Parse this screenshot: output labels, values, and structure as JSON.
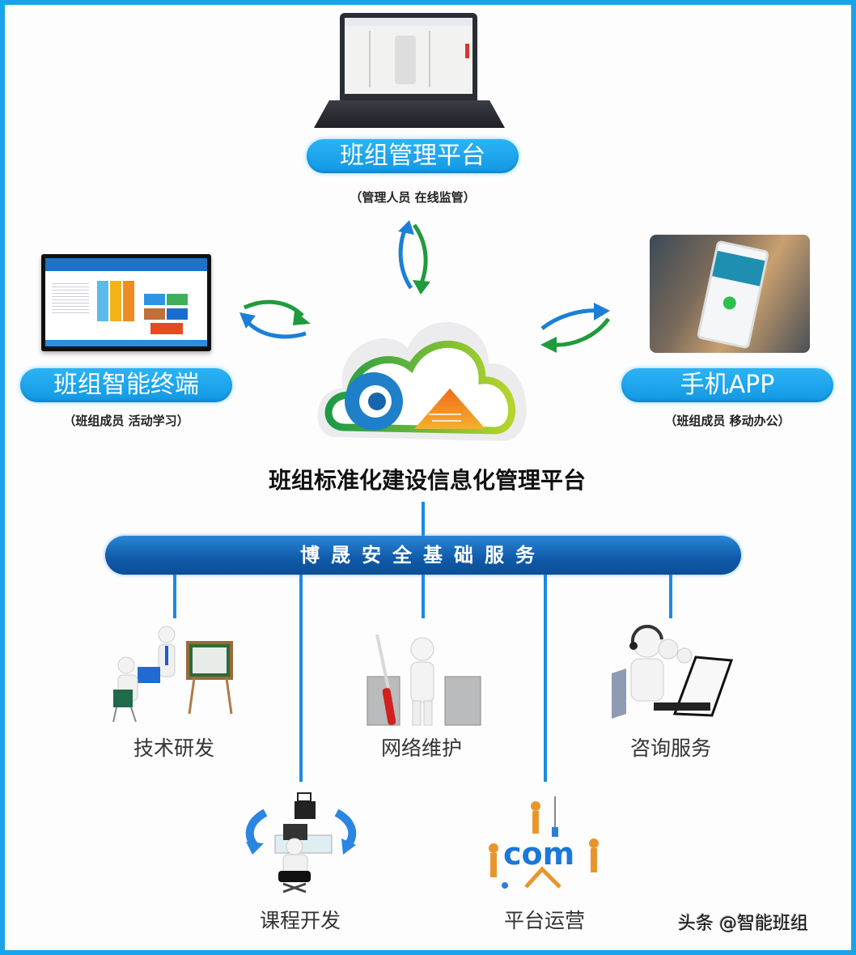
{
  "center": {
    "title": "班组标准化建设信息化管理平台",
    "logo": "cloud-logo"
  },
  "nodes": {
    "top": {
      "label": "班组管理平台",
      "subtitle": "（管理人员  在线监管）",
      "image": "laptop"
    },
    "left": {
      "label": "班组智能终端",
      "subtitle": "（班组成员  活动学习）",
      "image": "display-terminal"
    },
    "right": {
      "label": "手机APP",
      "subtitle": "（班组成员  移动办公）",
      "image": "phone-photo"
    }
  },
  "foundation": {
    "label": "博晟安全基础服务"
  },
  "services": [
    {
      "label": "技术研发",
      "image": "tech-dev"
    },
    {
      "label": "课程开发",
      "image": "course-dev"
    },
    {
      "label": "网络维护",
      "image": "network-maintenance"
    },
    {
      "label": "平台运营",
      "image": "platform-operation"
    },
    {
      "label": "咨询服务",
      "image": "consulting"
    }
  ],
  "watermark": "头条 @智能班组",
  "colors": {
    "frame": "#19a3e8",
    "pill": "#1a9fe8",
    "bar": "#0f5aa8",
    "arrow_blue": "#1b7fd6",
    "arrow_green": "#1f9a3c"
  }
}
